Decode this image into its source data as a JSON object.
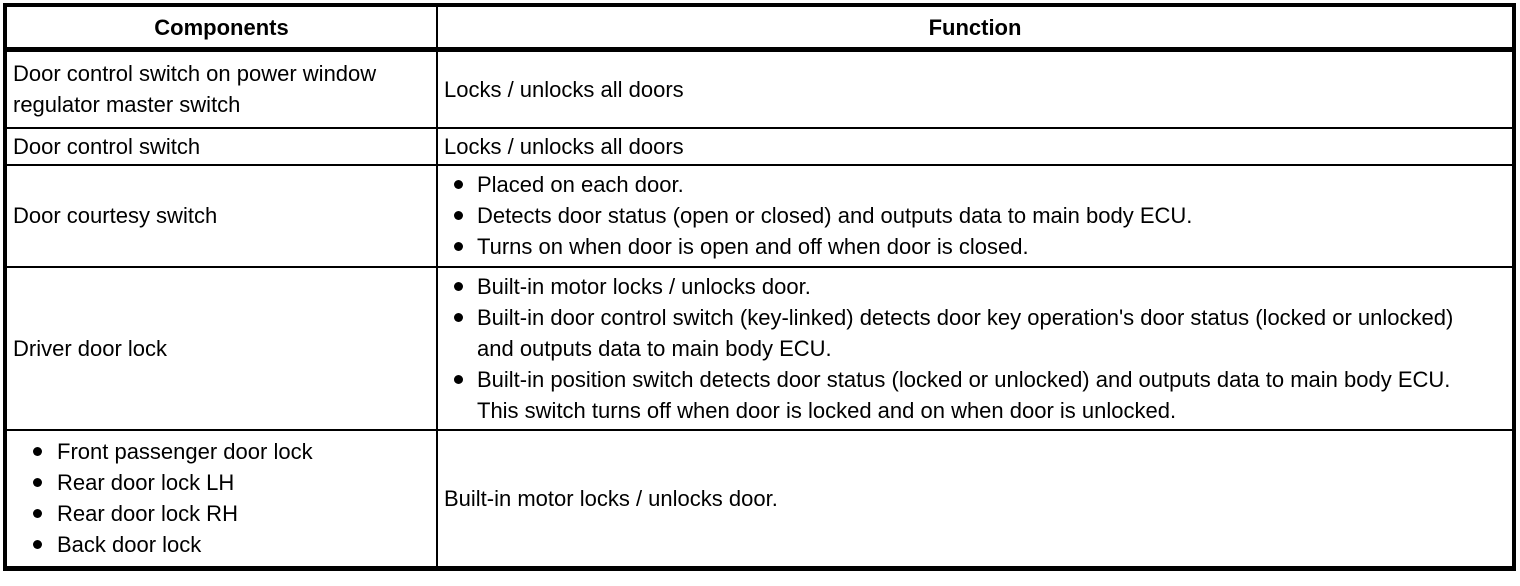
{
  "colors": {
    "text": "#000000",
    "border": "#000000",
    "background": "#ffffff"
  },
  "table": {
    "headers": {
      "components": "Components",
      "function": "Function"
    },
    "rows": [
      {
        "component": "Door control switch on power window regulator master switch",
        "function_text": "Locks / unlocks all doors"
      },
      {
        "component": "Door control switch",
        "function_text": "Locks / unlocks all doors"
      },
      {
        "component": "Door courtesy switch",
        "function_bullets": [
          "Placed on each door.",
          "Detects door status (open or closed) and outputs data to main body ECU.",
          "Turns on when door is open and off when door is closed."
        ]
      },
      {
        "component": "Driver door lock",
        "function_bullets": [
          "Built-in motor locks / unlocks door.",
          "Built-in door control switch (key-linked) detects door key operation's door status (locked or unlocked) and outputs data to main body ECU.",
          "Built-in position switch detects door status (locked or unlocked) and outputs data to main body ECU. This switch turns off when door is locked and on when door is unlocked."
        ]
      },
      {
        "component_bullets": [
          "Front passenger door lock",
          "Rear door lock LH",
          "Rear door lock RH",
          "Back door lock"
        ],
        "function_text": "Built-in motor locks / unlocks door."
      }
    ]
  }
}
